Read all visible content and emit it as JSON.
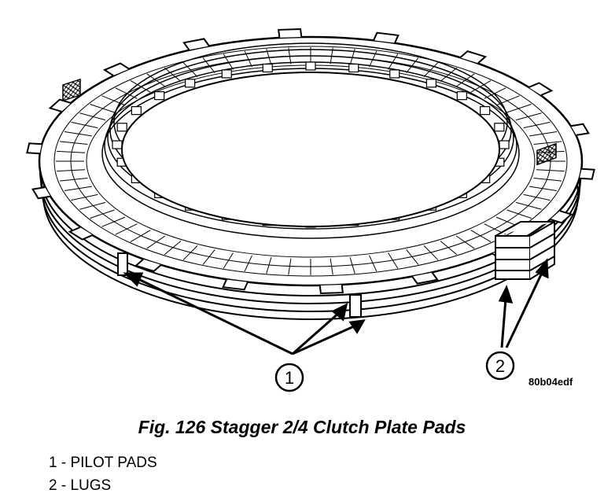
{
  "figure": {
    "caption": "Fig. 126 Stagger 2/4 Clutch Plate Pads",
    "image_code": "80b04edf"
  },
  "callouts": [
    {
      "number": "1",
      "label": "PILOT PADS"
    },
    {
      "number": "2",
      "label": "LUGS"
    }
  ],
  "legend": [
    {
      "number": "1",
      "separator": "-",
      "text": "PILOT PADS"
    },
    {
      "number": "2",
      "separator": "-",
      "text": "LUGS"
    }
  ]
}
